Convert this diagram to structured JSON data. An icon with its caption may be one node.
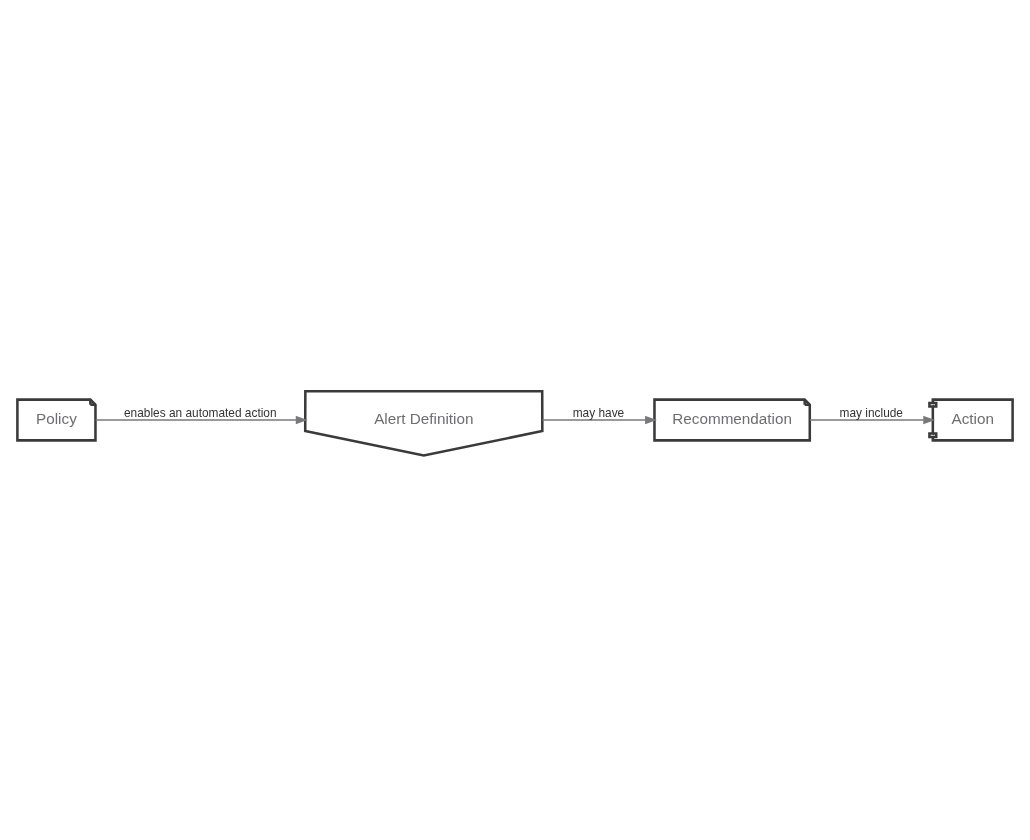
{
  "diagram": {
    "nodes": [
      {
        "text": [
          "Recommendation"
        ]
      },
      {
        "text": [
          "Alert Definition"
        ]
      },
      {
        "text": [
          "Action"
        ]
      },
      {
        "text": [
          "Policy"
        ]
      }
    ],
    "edges": [
      {
        "from": 1,
        "to": 0,
        "arrow": "to",
        "label": "may have"
      },
      {
        "from": 0,
        "to": 2,
        "arrow": "to",
        "label": "may include"
      },
      {
        "from": 3,
        "to": 1,
        "arrow": "to",
        "label": "enables an automated action"
      }
    ]
  }
}
